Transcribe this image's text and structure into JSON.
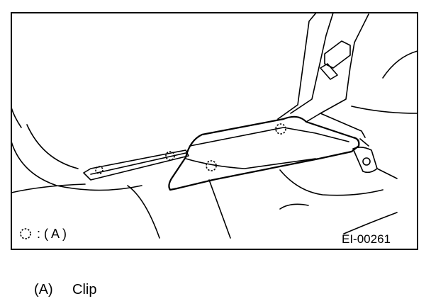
{
  "figure": {
    "legend_symbol_label": ": ( A )",
    "figure_code": "EI-00261"
  },
  "caption": {
    "marker": "(A)",
    "text": "Clip"
  },
  "colors": {
    "line": "#000000",
    "background": "#ffffff"
  }
}
